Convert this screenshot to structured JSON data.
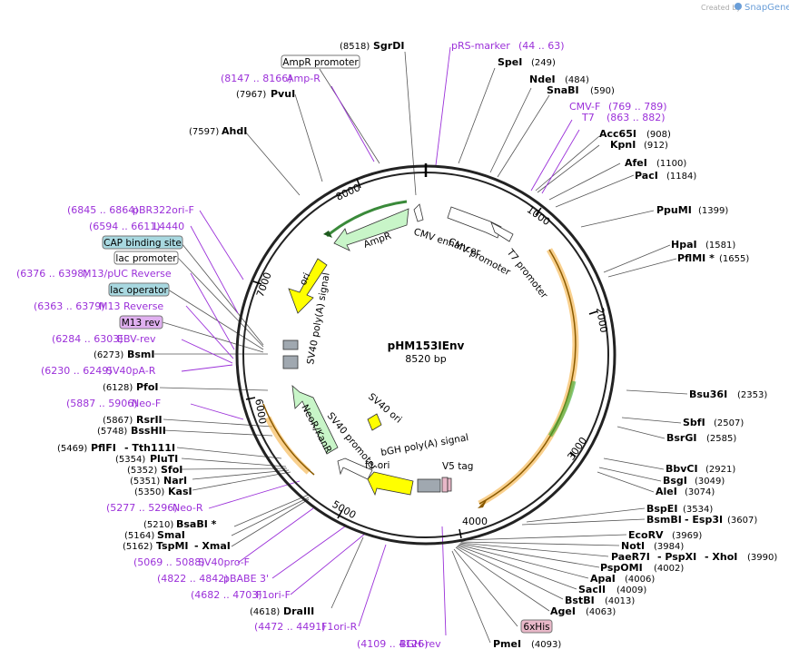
{
  "credit": {
    "prefix": "Created by",
    "brand": "SnapGene"
  },
  "plasmid": {
    "name": "pHM153IEnv",
    "size": "8520 bp"
  },
  "ticks": [
    "1000",
    "2000",
    "3000",
    "4000",
    "5000",
    "6000",
    "7000",
    "8000"
  ],
  "features": {
    "cmv_enhancer": "CMV enhancer",
    "cmv_promoter": "CMV promoter",
    "t7_promoter": "T7 promoter",
    "ampr": "AmpR",
    "ori": "ori",
    "sv40_polya": "SV40 poly(A) signal",
    "sv40_ori": "SV40 ori",
    "sv40_promoter": "SV40 promoter",
    "neor": "NeoR/KanR",
    "f1_ori": "f1 ori",
    "bgh_polya": "bGH poly(A) signal",
    "v5_tag": "V5 tag"
  },
  "boxed": {
    "ampr_promoter": "AmpR promoter",
    "cap_binding": "CAP binding site",
    "lac_promoter": "lac promoter",
    "lac_operator": "lac operator",
    "m13_rev": "M13 rev",
    "his6": "6xHis"
  },
  "labels": {
    "sgrdi_pos": "(8518)",
    "sgrdi": "SgrDI",
    "prs_pos": "(44 .. 63)",
    "prs": "pRS-marker",
    "spei": "SpeI",
    "spei_pos": "(249)",
    "ndei": "NdeI",
    "ndei_pos": "(484)",
    "snabi": "SnaBI",
    "snabi_pos": "(590)",
    "cmvf": "CMV-F",
    "cmvf_pos": "(769 .. 789)",
    "t7": "T7",
    "t7_pos": "(863 .. 882)",
    "acc65i": "Acc65I",
    "acc65i_pos": "(908)",
    "kpni": "KpnI",
    "kpni_pos": "(912)",
    "afei": "AfeI",
    "afei_pos": "(1100)",
    "paci": "PacI",
    "paci_pos": "(1184)",
    "ppumi": "PpuMI",
    "ppumi_pos": "(1399)",
    "hpai": "HpaI",
    "hpai_pos": "(1581)",
    "pflmi": "PflMI *",
    "pflmi_pos": "(1655)",
    "bsu36i": "Bsu36I",
    "bsu36i_pos": "(2353)",
    "sbfi": "SbfI",
    "sbfi_pos": "(2507)",
    "bsrgi": "BsrGI",
    "bsrgi_pos": "(2585)",
    "bbvci": "BbvCI",
    "bbvci_pos": "(2921)",
    "bsgi": "BsgI",
    "bsgi_pos": "(3049)",
    "alei": "AleI",
    "alei_pos": "(3074)",
    "bspei": "BspEI",
    "bspei_pos": "(3534)",
    "bsmbi": "BsmBI",
    "esp3i": "- Esp3I",
    "esp3i_pos": "(3607)",
    "ecorv": "EcoRV",
    "ecorv_pos": "(3969)",
    "noti": "NotI",
    "noti_pos": "(3984)",
    "paer7i": "PaeR7I",
    "pspxi": "- PspXI",
    "xhoi": "- XhoI",
    "xhoi_pos": "(3990)",
    "pspomi": "PspOMI",
    "pspomi_pos": "(4002)",
    "apai": "ApaI",
    "apai_pos": "(4006)",
    "sacii": "SacII",
    "sacii_pos": "(4009)",
    "bstbi": "BstBI",
    "bstbi_pos": "(4013)",
    "agei": "AgeI",
    "agei_pos": "(4063)",
    "pmei": "PmeI",
    "pmei_pos": "(4093)",
    "bghrev_pos": "(4109 .. 4126)",
    "bghrev": "BGH-rev",
    "f1orir_pos": "(4472 .. 4491)",
    "f1orir": "F1ori-R",
    "draiii_pos": "(4618)",
    "draiii": "DraIII",
    "f1orif_pos": "(4682 .. 4703)",
    "f1orif": "F1ori-F",
    "pbabe_pos": "(4822 .. 4842)",
    "pbabe": "pBABE 3'",
    "sv40prof_pos": "(5069 .. 5088)",
    "sv40prof": "SV40pro-F",
    "tspmi_pos": "(5162)",
    "tspmi": "TspMI",
    "xmai": "- XmaI",
    "smai_pos": "(5164)",
    "smai": "SmaI",
    "bsabi_pos": "(5210)",
    "bsabi": "BsaBI *",
    "neor_pos": "(5277 .. 5296)",
    "neor": "Neo-R",
    "kasi_pos": "(5350)",
    "kasi": "KasI",
    "nari_pos": "(5351)",
    "nari": "NarI",
    "sfoi_pos": "(5352)",
    "sfoi": "SfoI",
    "pluti_pos": "(5354)",
    "pluti": "PluTI",
    "pflfi_pos": "(5469)",
    "pflfi": "PflFI",
    "tth111i": "- Tth111I",
    "bsshii_pos": "(5748)",
    "bsshii": "BssHII",
    "rsrii_pos": "(5867)",
    "rsrii": "RsrII",
    "neof_pos": "(5887 .. 5906)",
    "neof": "Neo-F",
    "pfoi_pos": "(6128)",
    "pfoi": "PfoI",
    "sv40par_pos": "(6230 .. 6249)",
    "sv40par": "SV40pA-R",
    "bsmi_pos": "(6273)",
    "bsmi": "BsmI",
    "ebvrev_pos": "(6284 .. 6303)",
    "ebvrev": "EBV-rev",
    "m13r_pos": "(6363 .. 6379)",
    "m13r": "M13 Reverse",
    "m13puc_pos": "(6376 .. 6398)",
    "m13puc": "M13/pUC Reverse",
    "l4440_pos": "(6594 .. 6611)",
    "l4440": "L4440",
    "pbr_pos": "(6845 .. 6864)",
    "pbr": "pBR322ori-F",
    "ahdi_pos": "(7597)",
    "ahdi": "AhdI",
    "pvui_pos": "(7967)",
    "pvui": "PvuI",
    "ampr_primer_pos": "(8147 .. 8166)",
    "ampr_primer": "Amp-R"
  },
  "colors": {
    "primer": "#9b30d9",
    "cmv": "#ffffff",
    "ampr": "#c8f5c8",
    "ori": "#ffff00",
    "orf": "#f5b041",
    "tag": "#e8b8c8",
    "polya": "#a0a8b0",
    "boxed_blue": "#a8d8e0",
    "boxed_purple": "#e0b0f0"
  }
}
